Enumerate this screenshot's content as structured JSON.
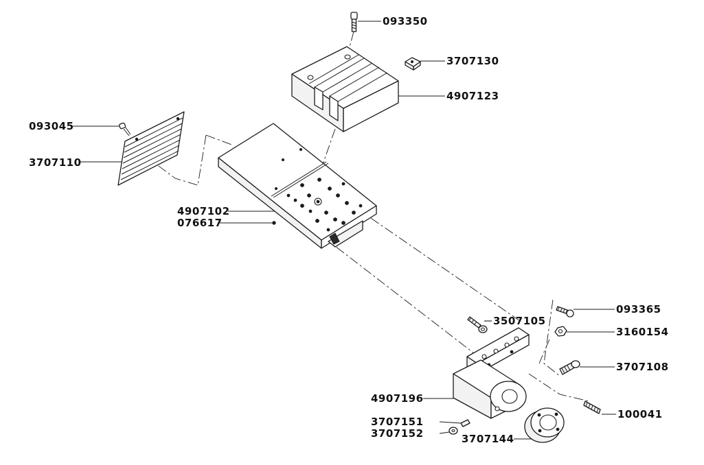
{
  "labels": {
    "p093350": "093350",
    "p3707130": "3707130",
    "p4907123": "4907123",
    "p093045": "093045",
    "p3707110": "3707110",
    "p4907102": "4907102",
    "p076617": "076617",
    "p093365": "093365",
    "p3507105": "3507105",
    "p3160154": "3160154",
    "p3707108": "3707108",
    "p4907196": "4907196",
    "p100041": "100041",
    "p3707151": "3707151",
    "p3707152": "3707152",
    "p3707144": "3707144"
  }
}
